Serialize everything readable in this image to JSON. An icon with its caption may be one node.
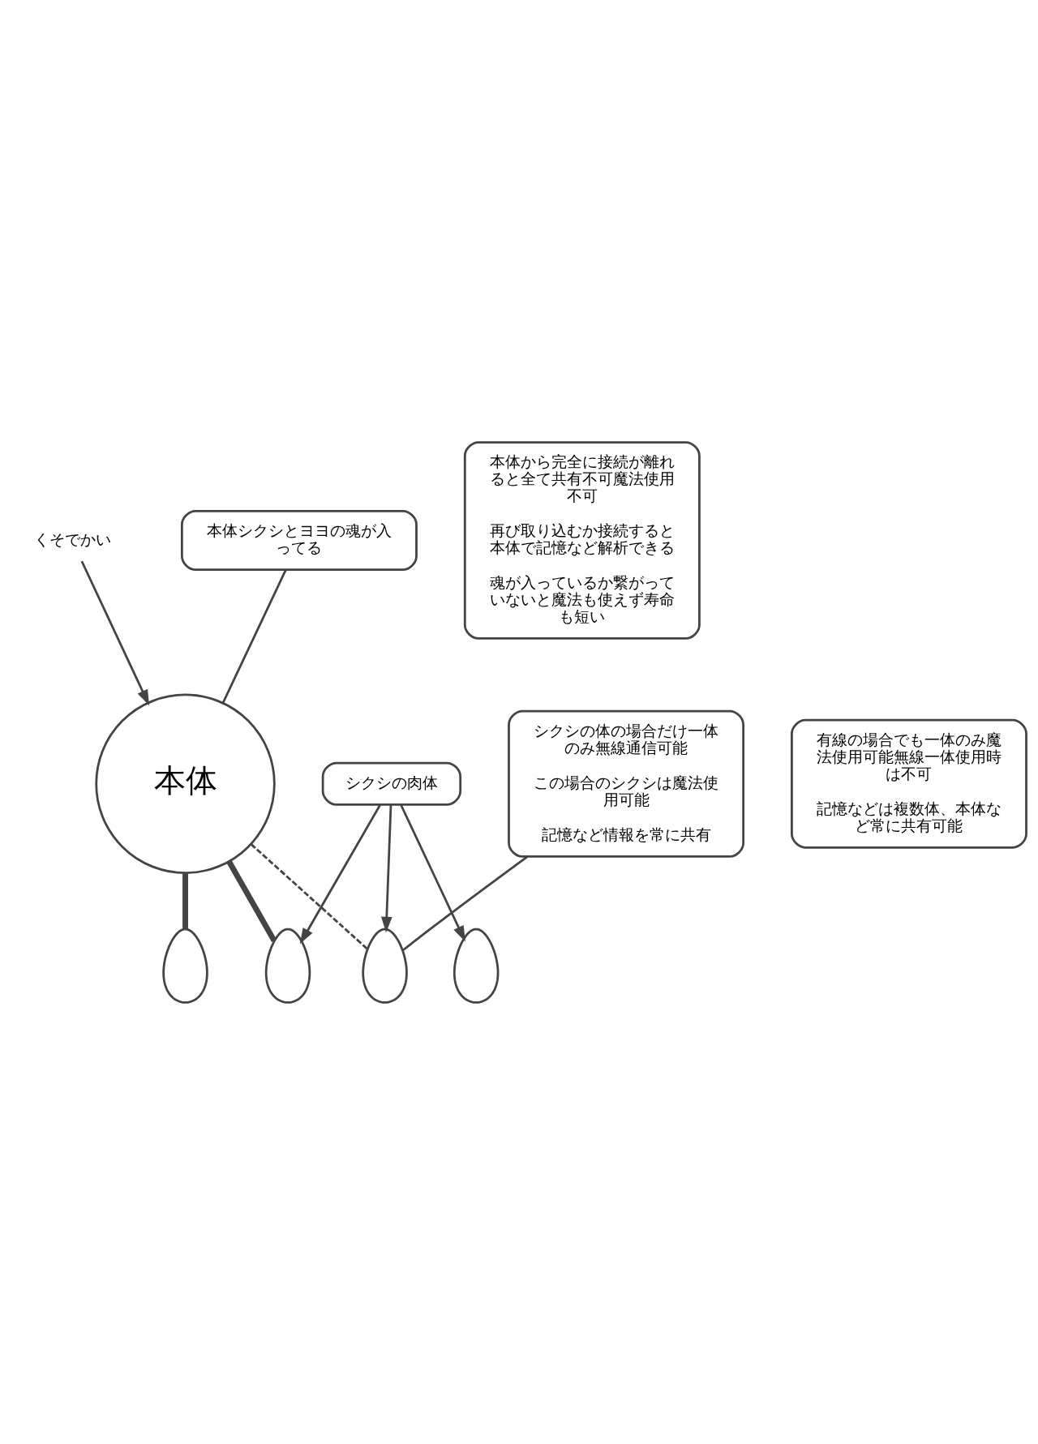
{
  "diagram": {
    "nodes": [
      {
        "text": [
          "くそでかい"
        ]
      },
      {
        "text": [
          "本体シクシとヨヨの魂が入ってる"
        ]
      },
      {
        "text": [
          "本体"
        ]
      },
      {
        "text": [
          "有線の場合でも一体のみ魔法使用可能無線一体使用時は不可",
          "記憶などは複数体、本体など常に共有可能"
        ]
      },
      {
        "text": [
          "シクシの体の場合だけ一体のみ無線通信可能",
          "この場合のシクシは魔法使用可能",
          "記憶など情報を常に共有"
        ]
      },
      {
        "text": [],
        "shape": "person"
      },
      {
        "text": [],
        "shape": "person"
      },
      {
        "text": [],
        "shape": "person"
      },
      {
        "text": [
          "シクシの肉体"
        ]
      },
      {
        "text": [],
        "shape": "person"
      },
      {
        "text": [
          "本体から完全に接続が離れると全て共有不可魔法使用不可",
          "再び取り込むか接続すると本体で記憶など解析できる",
          "魂が入っているか繋がっていないと魔法も使えず寿命も短い"
        ]
      }
    ],
    "edges": [
      {
        "from": 0,
        "to": 2,
        "arrow": "to"
      },
      {
        "from": 1,
        "to": 2,
        "arrow": "none"
      },
      {
        "from": 2,
        "to": 5,
        "arrow": "none",
        "style": "thick"
      },
      {
        "from": 2,
        "to": 6,
        "arrow": "none",
        "style": "thick"
      },
      {
        "from": 2,
        "to": 7,
        "arrow": "none",
        "style": "dashed"
      },
      {
        "from": 4,
        "to": 7,
        "arrow": "none"
      },
      {
        "from": 8,
        "to": 6,
        "arrow": "to"
      },
      {
        "from": 8,
        "to": 7,
        "arrow": "to"
      },
      {
        "from": 8,
        "to": 9,
        "arrow": "to"
      }
    ]
  }
}
